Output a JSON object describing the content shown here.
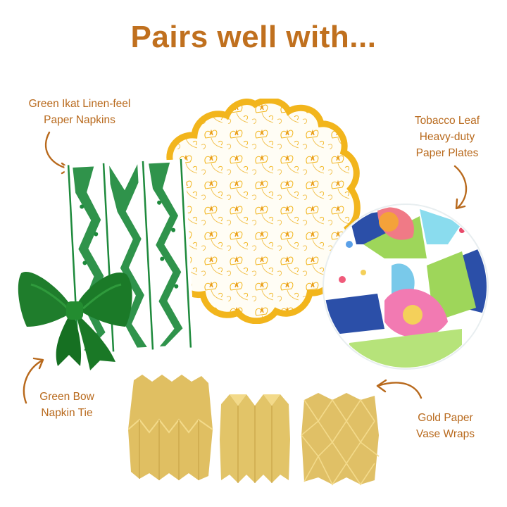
{
  "header": {
    "title": "Pairs well with..."
  },
  "colors": {
    "title": "#c0701e",
    "label": "#b8691c",
    "arrow": "#b8691c",
    "ikat_green": "#1e8a3c",
    "bow_green": "#1a7a2a",
    "placemat_yellow": "#f2b51c",
    "gold": "#dcb95a"
  },
  "products": [
    {
      "id": "napkins",
      "lines": [
        "Green Ikat Linen-feel",
        "Paper Napkins"
      ],
      "icon": "ikat-napkin-image"
    },
    {
      "id": "plates",
      "lines": [
        "Tobacco Leaf",
        "Heavy-duty",
        "Paper Plates"
      ],
      "icon": "floral-plate-image"
    },
    {
      "id": "bow",
      "lines": [
        "Green Bow",
        "Napkin Tie"
      ],
      "icon": "velvet-bow-image"
    },
    {
      "id": "vases",
      "lines": [
        "Gold Paper",
        "Vase Wraps"
      ],
      "icon": "gold-vase-wraps-image"
    },
    {
      "id": "placemat",
      "lines": [],
      "icon": "scalloped-placemat-image"
    }
  ]
}
